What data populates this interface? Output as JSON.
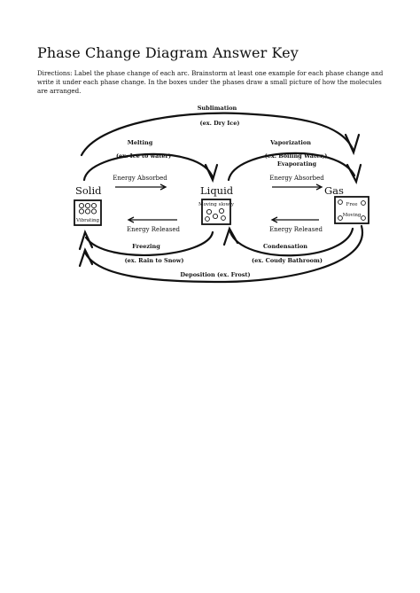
{
  "title": "Phase Change Diagram Answer Key",
  "directions": "Directions: Label the phase change of each arc. Brainstorm at least one example for each phase change and write it under each phase change. In the boxes under the phases draw a small picture of how the molecules are arranged.",
  "phases": {
    "solid": "Solid",
    "liquid": "Liquid",
    "gas": "Gas"
  },
  "boxes": {
    "solid_note": "Vibrating",
    "liquid_note": "Moving slowly",
    "gas_note_1": "Free",
    "gas_note_2": "Moving"
  },
  "arcs": {
    "sublimation": "Sublimation",
    "sublimation_ex": "(ex. Dry Ice)",
    "melting": "Melting",
    "melting_ex": "(ex. Ice to water)",
    "vaporization": "Vaporization",
    "vaporization_ex": "(ex. Boiling Water,)",
    "vaporization_ex2": "Evaporating",
    "freezing": "Freezing",
    "freezing_ex": "(ex. Rain to Snow)",
    "condensation": "Condensation",
    "condensation_ex": "(ex. Coudy Bathroom)",
    "deposition": "Deposition (ex. Frost)"
  },
  "energy": {
    "absorbed_left": "Energy Absorbed",
    "absorbed_right": "Energy Absorbed",
    "released_left": "Energy Released",
    "released_right": "Energy Released"
  }
}
